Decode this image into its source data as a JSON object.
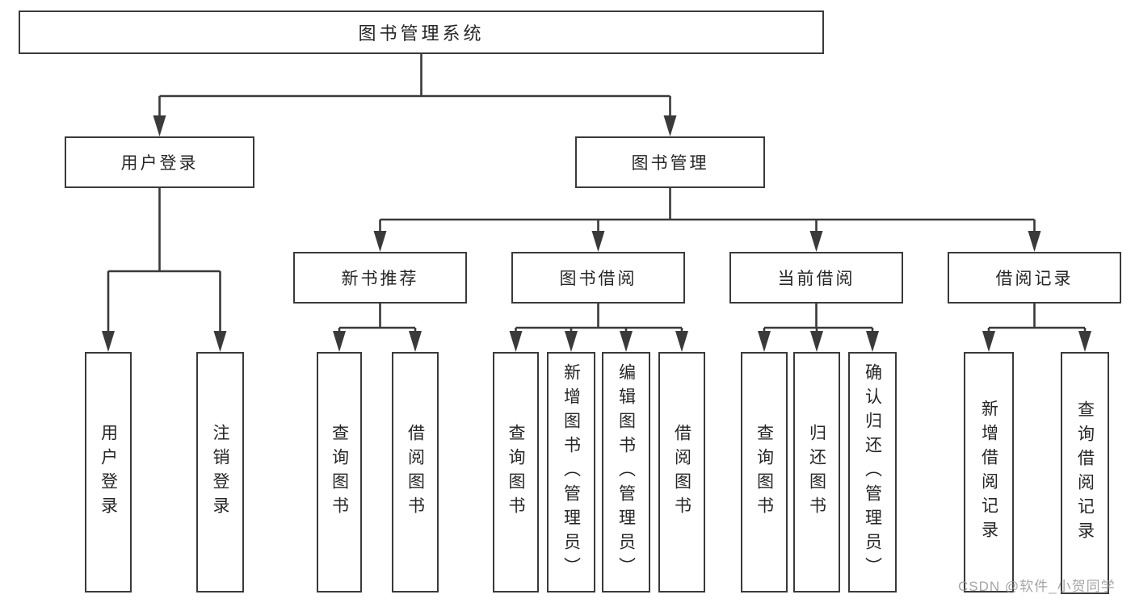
{
  "diagram": {
    "type": "hierarchy-tree",
    "colors": {
      "line": "#3a3a3a",
      "box_border": "#3a3a3a",
      "box_fill": "#ffffff",
      "text": "#262626",
      "watermark": "#9b9b9b"
    },
    "tree": {
      "label": "图书管理系统",
      "children": [
        {
          "label": "用户登录",
          "children": [
            {
              "label": "用户登录"
            },
            {
              "label": "注销登录"
            }
          ]
        },
        {
          "label": "图书管理",
          "children": [
            {
              "label": "新书推荐",
              "children": [
                {
                  "label": "查询图书"
                },
                {
                  "label": "借阅图书"
                }
              ]
            },
            {
              "label": "图书借阅",
              "children": [
                {
                  "label": "查询图书"
                },
                {
                  "label": "新增图书（管理员）"
                },
                {
                  "label": "编辑图书（管理员）"
                },
                {
                  "label": "借阅图书"
                }
              ]
            },
            {
              "label": "当前借阅",
              "children": [
                {
                  "label": "查询图书"
                },
                {
                  "label": "归还图书"
                },
                {
                  "label": "确认归还（管理员）"
                }
              ]
            },
            {
              "label": "借阅记录",
              "children": [
                {
                  "label": "新增借阅记录"
                },
                {
                  "label": "查询借阅记录"
                }
              ]
            }
          ]
        }
      ]
    }
  },
  "watermark": {
    "text": "CSDN @软件_小贺同学"
  }
}
